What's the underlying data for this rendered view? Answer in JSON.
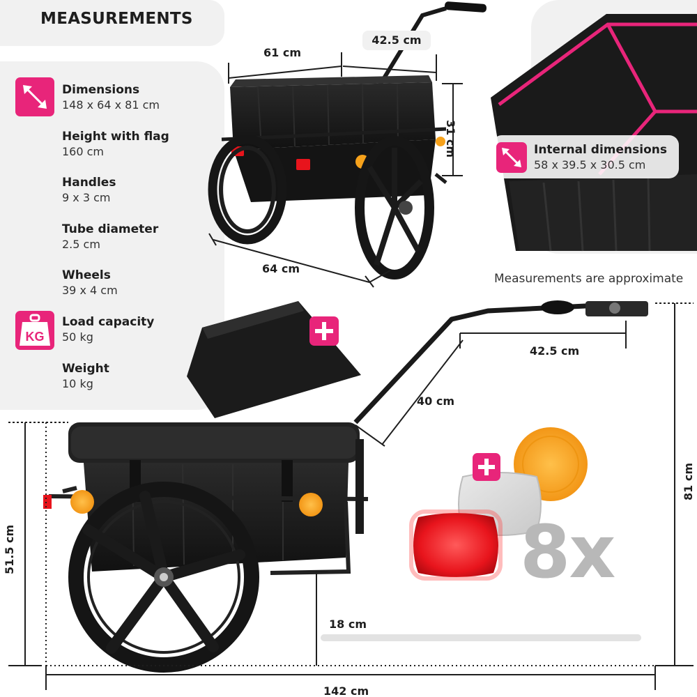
{
  "header": {
    "title": "MEASUREMENTS"
  },
  "specs": [
    {
      "label": "Dimensions",
      "value": "148 x 64 x 81 cm",
      "icon": "diagonal-arrows-icon"
    },
    {
      "label": "Height with flag",
      "value": "160 cm"
    },
    {
      "label": "Handles",
      "value": "9 x 3 cm"
    },
    {
      "label": "Tube diameter",
      "value": "2.5 cm"
    },
    {
      "label": "Wheels",
      "value": "39 x 4 cm"
    },
    {
      "label": "Load capacity",
      "value": "50 kg",
      "icon": "weight-kg-icon"
    },
    {
      "label": "Weight",
      "value": "10 kg"
    }
  ],
  "kg_icon_text": "KG",
  "internal": {
    "label": "Internal dimensions",
    "value": "58 x 39.5 x 30.5 cm"
  },
  "top_dims": {
    "width": "61 cm",
    "handle": "42.5 cm",
    "height": "31 cm",
    "depth": "64 cm"
  },
  "note": "Measurements are approximate",
  "side_dims": {
    "handle_length": "42.5 cm",
    "handle_bend": "40 cm",
    "total_height": "81 cm",
    "box_height": "51.5 cm",
    "ground_clearance": "18 cm",
    "total_length": "142 cm"
  },
  "reflectors": {
    "count": "8x"
  },
  "colors": {
    "accent": "#e8257a",
    "panel": "#f1f1f1",
    "reflector_orange": "#f7a21b",
    "reflector_red": "#e8141c"
  }
}
